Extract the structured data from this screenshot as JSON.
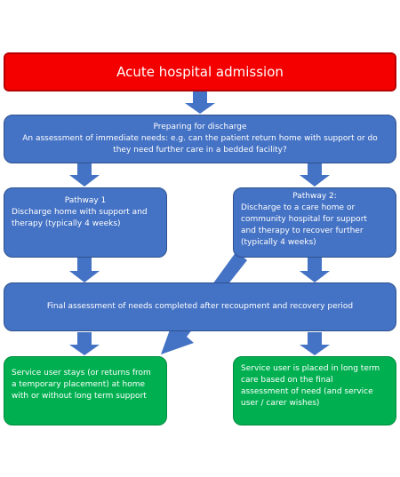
{
  "colors": {
    "red": "#f40000",
    "blue": "#4472c4",
    "green": "#00b050",
    "arrow": "#4472c4"
  },
  "top": {
    "title": "Acute hospital admission"
  },
  "prepare": {
    "heading": "Preparing for discharge",
    "line1": "An assessment of immediate needs: e.g. can the patient return home with support or do",
    "line2": "they need further care in a bedded facility?"
  },
  "pathway1": {
    "heading": "Pathway 1",
    "line1": "Discharge home with support and",
    "line2": "therapy (typically 4 weeks)"
  },
  "pathway2": {
    "heading": "Pathway 2:",
    "line1": "Discharge to a care home or",
    "line2": "community hospital for support",
    "line3": "and therapy to recover further",
    "line4": "(typically 4 weeks)"
  },
  "final": {
    "text": "Final assessment of needs completed after recoupment and recovery period"
  },
  "outcome_left": {
    "line1": "Service user stays (or returns from",
    "line2": "a temporary placement) at home",
    "line3": "with or without long term support"
  },
  "outcome_right": {
    "line1": "Service user is placed in long term",
    "line2": "care based on the final",
    "line3": "assessment of need (and service",
    "line4": "user / carer wishes)"
  }
}
